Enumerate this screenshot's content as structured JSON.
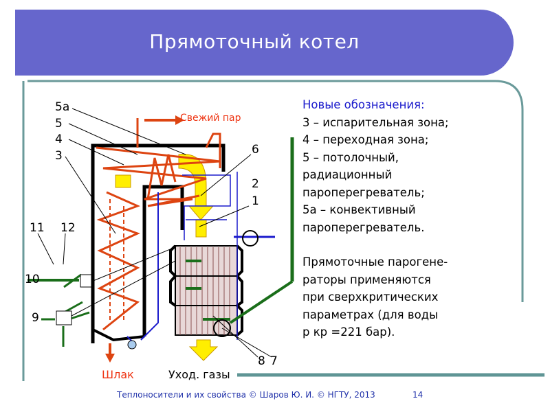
{
  "title": "Прямоточный котел",
  "notes": {
    "heading": "Новые обозначения:",
    "lines": [
      "3 – испарительная зона;",
      "4 – переходная зона;",
      "5 – потолочный,",
      "радиационный",
      "пароперегреватель;",
      "5а – конвективный",
      "пароперегреватель."
    ],
    "para": [
      "Прямоточные парогене-",
      "раторы применяются",
      "при сверхкритических",
      "параметрах (для воды",
      "р кр =221 бар)."
    ]
  },
  "diagram": {
    "labels": {
      "l5a": "5а",
      "l5": "5",
      "l4": "4",
      "l3": "3",
      "l11": "11",
      "l12": "12",
      "l10": "10",
      "l9": "9",
      "l6": "6",
      "l2": "2",
      "l1": "1",
      "l8": "8",
      "l7": "7"
    },
    "fresh_steam": "Свежий пар",
    "slag": "Шлак",
    "flue_gas": "Уход. газы"
  },
  "footer": "Теплоносители и их свойства © Шаров Ю. И. © НГТУ, 2013",
  "page_number": "14",
  "colors": {
    "header": "#6666cc",
    "water": "#1a6e1a",
    "flame": "#dd4411",
    "steam_blue": "#1a1acc",
    "accent_line": "#5f9595"
  }
}
